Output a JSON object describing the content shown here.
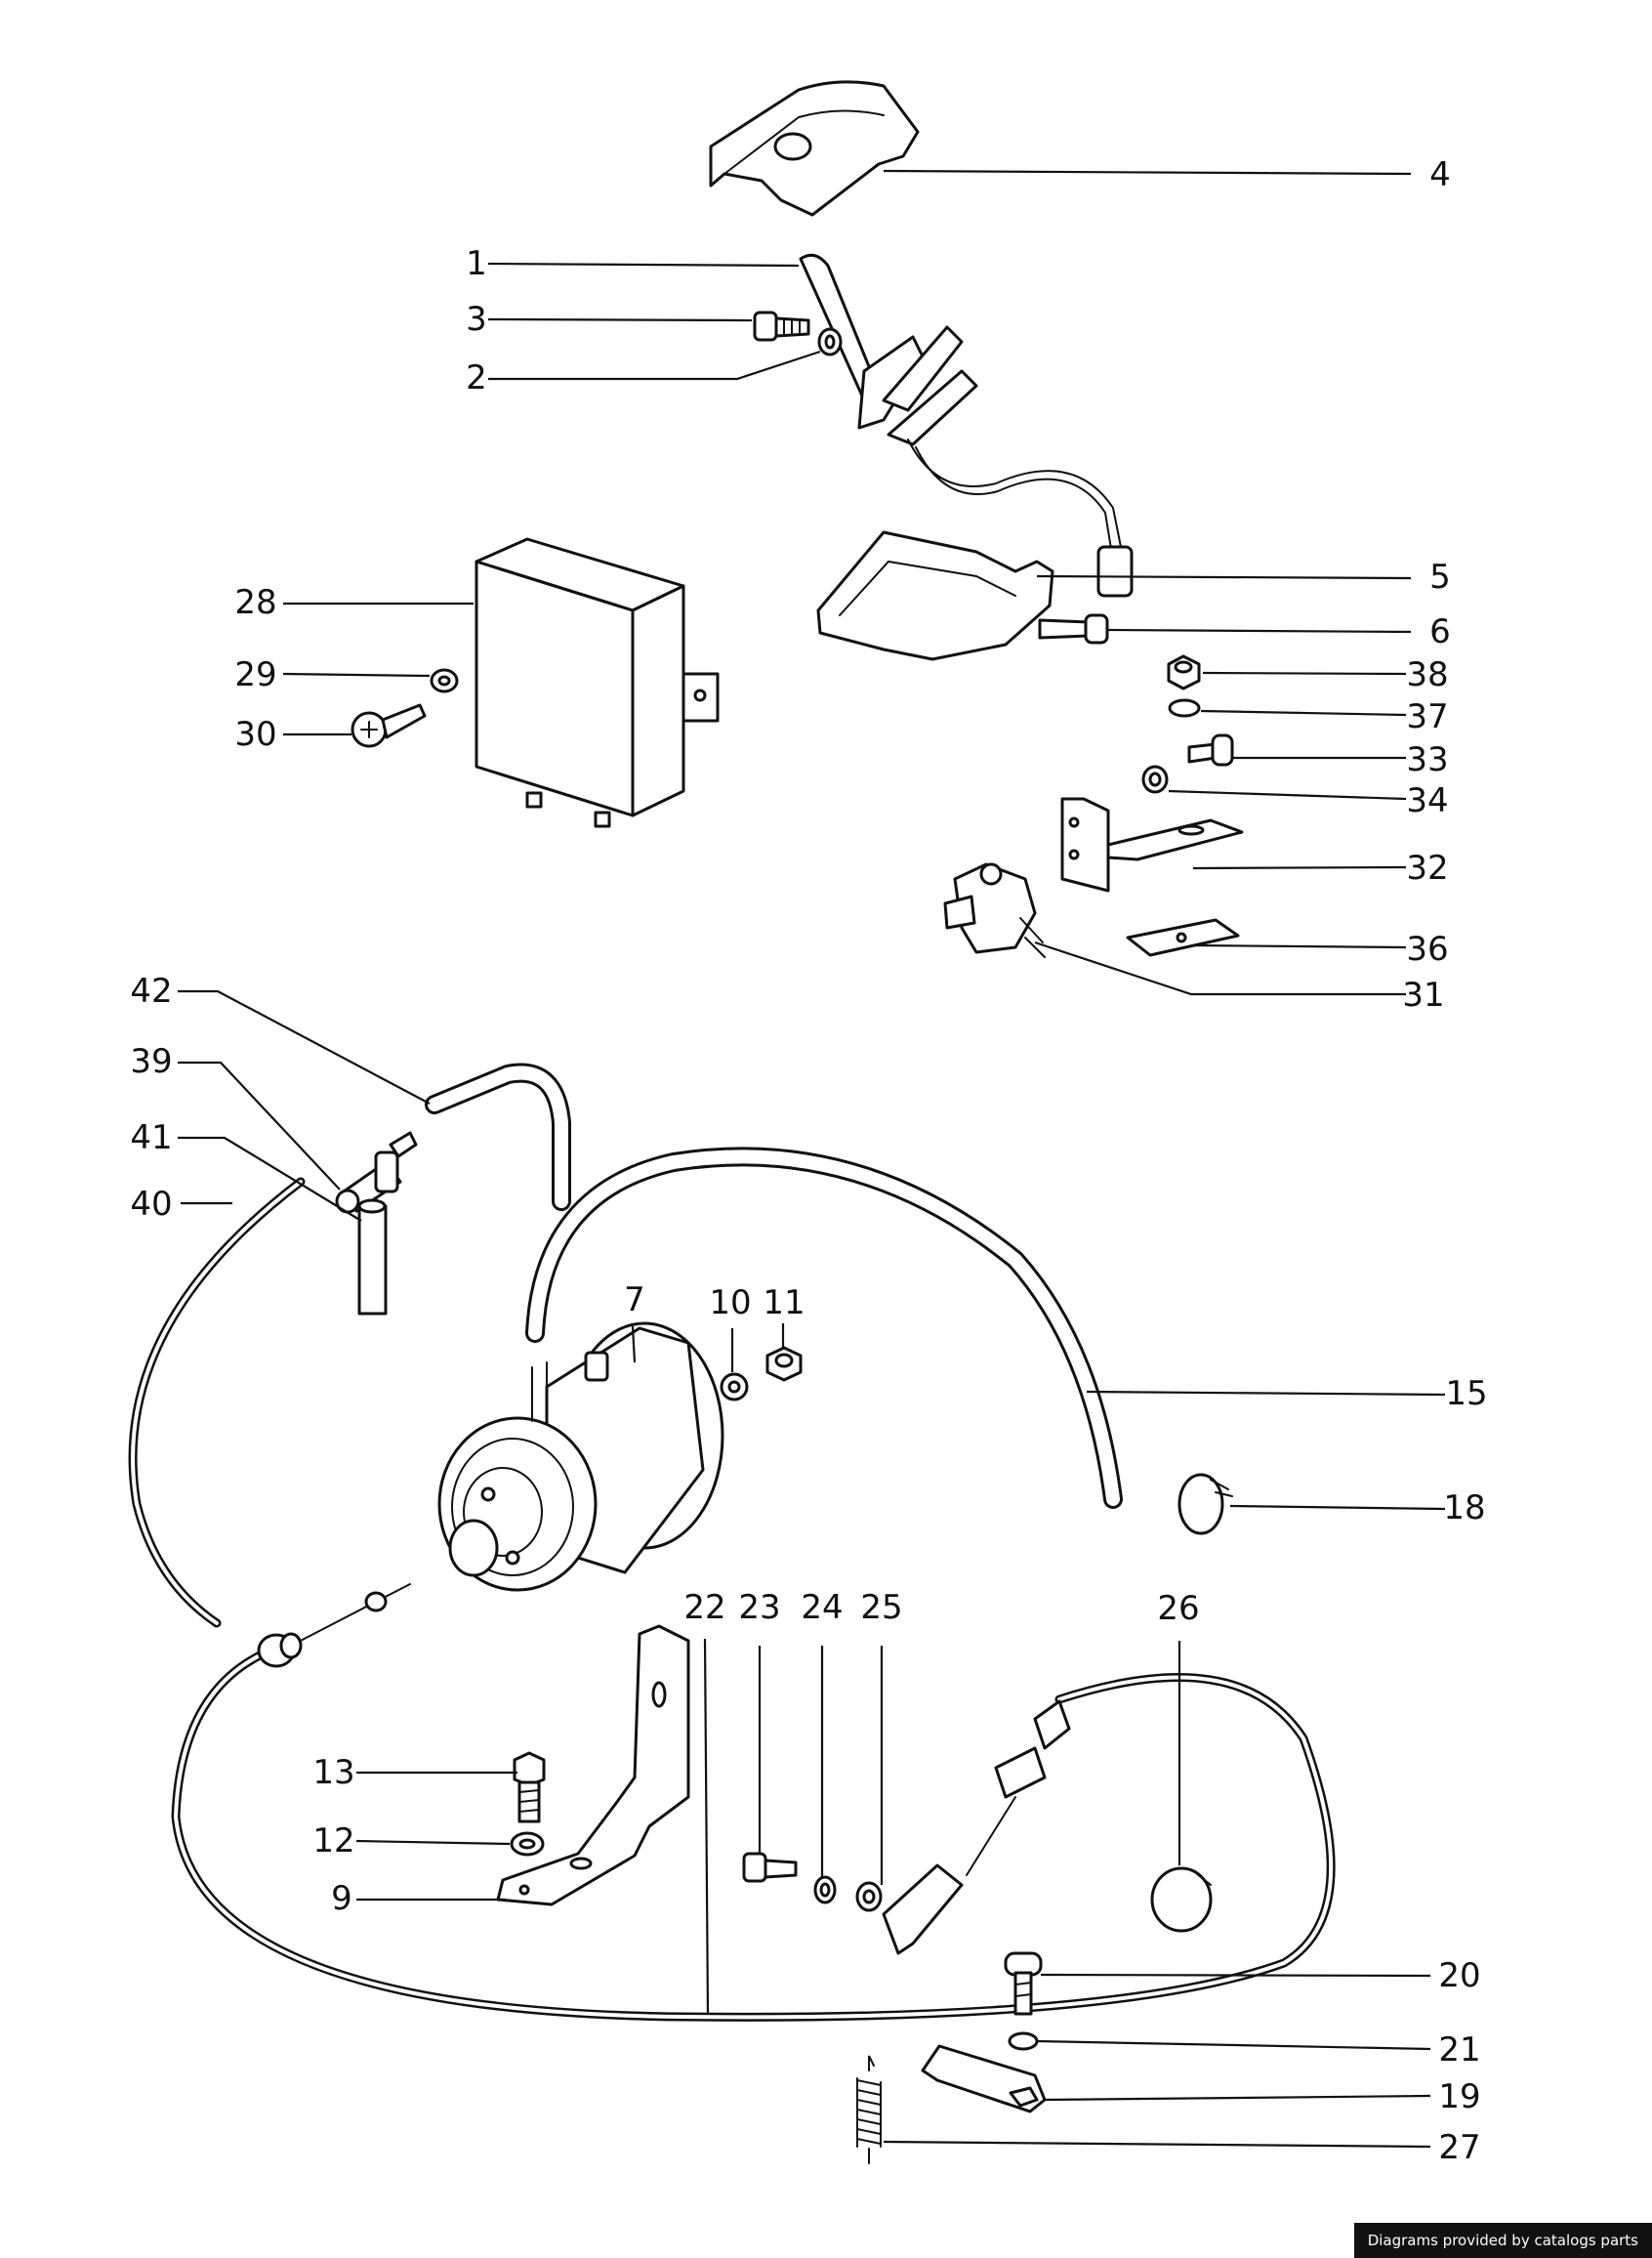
{
  "footer_text": "Diagrams provided by catalogs parts",
  "callouts": [
    "1",
    "2",
    "3",
    "4",
    "5",
    "6",
    "7",
    "9",
    "10",
    "11",
    "12",
    "13",
    "15",
    "18",
    "19",
    "20",
    "21",
    "22",
    "23",
    "24",
    "25",
    "26",
    "27",
    "28",
    "29",
    "30",
    "31",
    "32",
    "33",
    "34",
    "36",
    "37",
    "38",
    "39",
    "40",
    "41",
    "42"
  ]
}
